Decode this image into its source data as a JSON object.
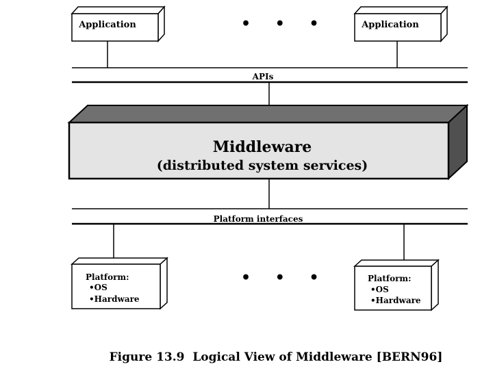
{
  "applications": [
    {
      "label": "Application"
    },
    {
      "label": "Application"
    }
  ],
  "ellipsis": "• • •",
  "apis_label": "APIs",
  "middleware": {
    "title": "Middleware",
    "subtitle": "(distributed system services)"
  },
  "platform_interfaces_label": "Platform interfaces",
  "platforms": [
    {
      "title": "Platform:",
      "items": [
        "•OS",
        "•Hardware"
      ]
    },
    {
      "title": "Platform:",
      "items": [
        "•OS",
        "•Hardware"
      ]
    }
  ],
  "caption": "Figure 13.9  Logical View of Middleware [BERN96]",
  "colors": {
    "middleware_front": "#e4e4e4",
    "middleware_top": "#707070",
    "middleware_side": "#505050",
    "stroke": "#000000"
  }
}
